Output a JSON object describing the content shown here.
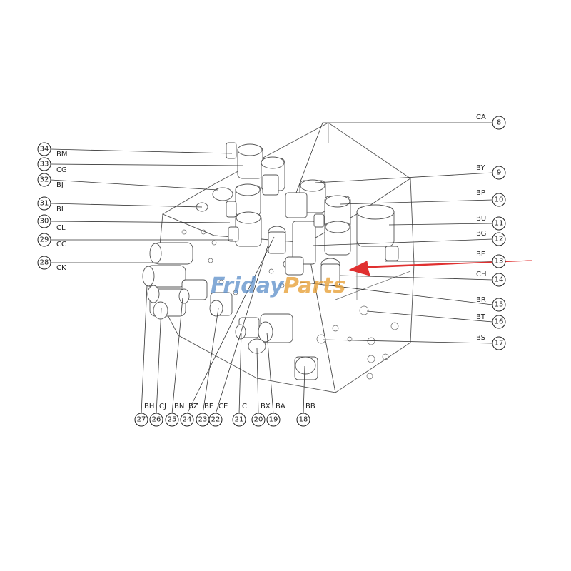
{
  "watermark": {
    "part1": "Friday",
    "part2": "Parts"
  },
  "callouts_left": [
    {
      "num": "34",
      "code": "BM"
    },
    {
      "num": "33",
      "code": "CG"
    },
    {
      "num": "32",
      "code": "BJ"
    },
    {
      "num": "31",
      "code": "BI"
    },
    {
      "num": "30",
      "code": "CL"
    },
    {
      "num": "29",
      "code": "CC"
    },
    {
      "num": "28",
      "code": "CK"
    }
  ],
  "callouts_right": [
    {
      "num": "8",
      "code": "CA"
    },
    {
      "num": "9",
      "code": "BY"
    },
    {
      "num": "10",
      "code": "BP"
    },
    {
      "num": "11",
      "code": "BU"
    },
    {
      "num": "12",
      "code": "BG"
    },
    {
      "num": "13",
      "code": "BF"
    },
    {
      "num": "14",
      "code": "CH"
    },
    {
      "num": "15",
      "code": "BR"
    },
    {
      "num": "16",
      "code": "BT"
    },
    {
      "num": "17",
      "code": "BS"
    }
  ],
  "callouts_bottom": [
    {
      "num": "27",
      "code": "BH"
    },
    {
      "num": "26",
      "code": "CJ"
    },
    {
      "num": "25",
      "code": "BN"
    },
    {
      "num": "24",
      "code": "BZ"
    },
    {
      "num": "23",
      "code": "BE"
    },
    {
      "num": "22",
      "code": "CE"
    },
    {
      "num": "21",
      "code": "CI"
    },
    {
      "num": "20",
      "code": "BX"
    },
    {
      "num": "19",
      "code": "BA"
    },
    {
      "num": "18",
      "code": "BB"
    }
  ],
  "colors": {
    "arrow": "#e03030",
    "line": "#333333"
  }
}
